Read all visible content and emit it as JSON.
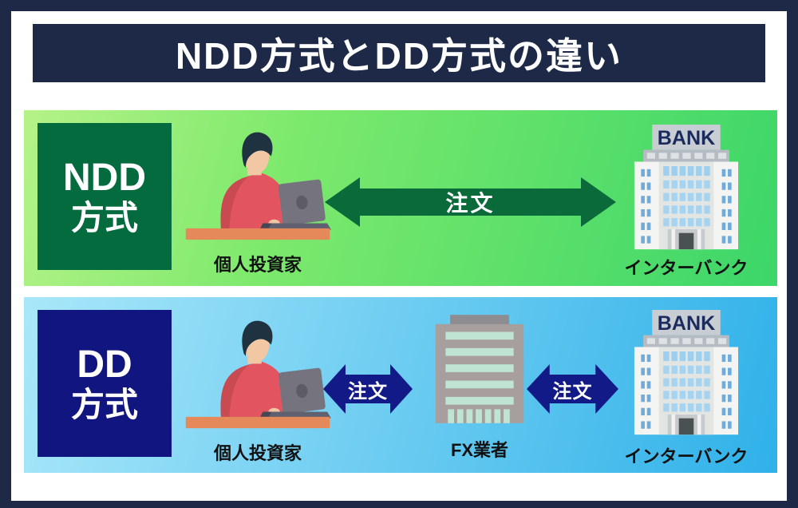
{
  "title": "NDD方式とDD方式の違い",
  "ndd": {
    "method_line1": "NDD",
    "method_line2": "方式",
    "investor_label": "個人投資家",
    "arrow_label": "注文",
    "bank_sign": "BANK",
    "bank_label": "インターバンク"
  },
  "dd": {
    "method_line1": "DD",
    "method_line2": "方式",
    "investor_label": "個人投資家",
    "arrow1_label": "注文",
    "broker_label": "FX業者",
    "arrow2_label": "注文",
    "bank_sign": "BANK",
    "bank_label": "インターバンク"
  },
  "colors": {
    "frame_navy": "#1d2947",
    "ndd_badge": "#046b3e",
    "ndd_arrow": "#0b6a39",
    "ndd_panel_from": "#b5f288",
    "ndd_panel_mid": "#7ce96c",
    "ndd_panel_to": "#3cd669",
    "dd_badge": "#10157f",
    "dd_arrow": "#121a87",
    "dd_panel_from": "#a9e7f9",
    "dd_panel_to": "#2fb1e9",
    "label_black": "#111111"
  }
}
